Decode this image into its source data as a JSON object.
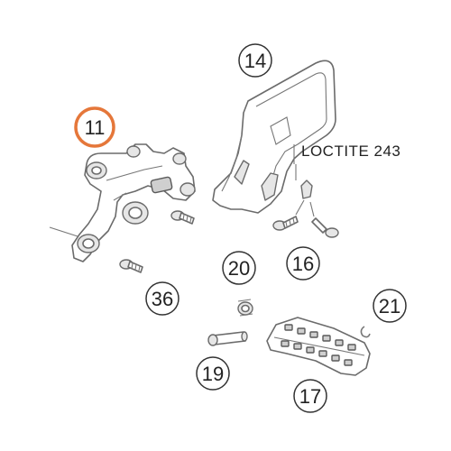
{
  "callouts": {
    "c11": "11",
    "c14": "14",
    "c16": "16",
    "c17": "17",
    "c19": "19",
    "c20": "20",
    "c21": "21",
    "c36": "36"
  },
  "note": {
    "loctite": "LOCTITE 243"
  },
  "colors": {
    "highlight": "#e5773a",
    "callout_ring": "#333333",
    "part_line": "#6b6b6b"
  }
}
